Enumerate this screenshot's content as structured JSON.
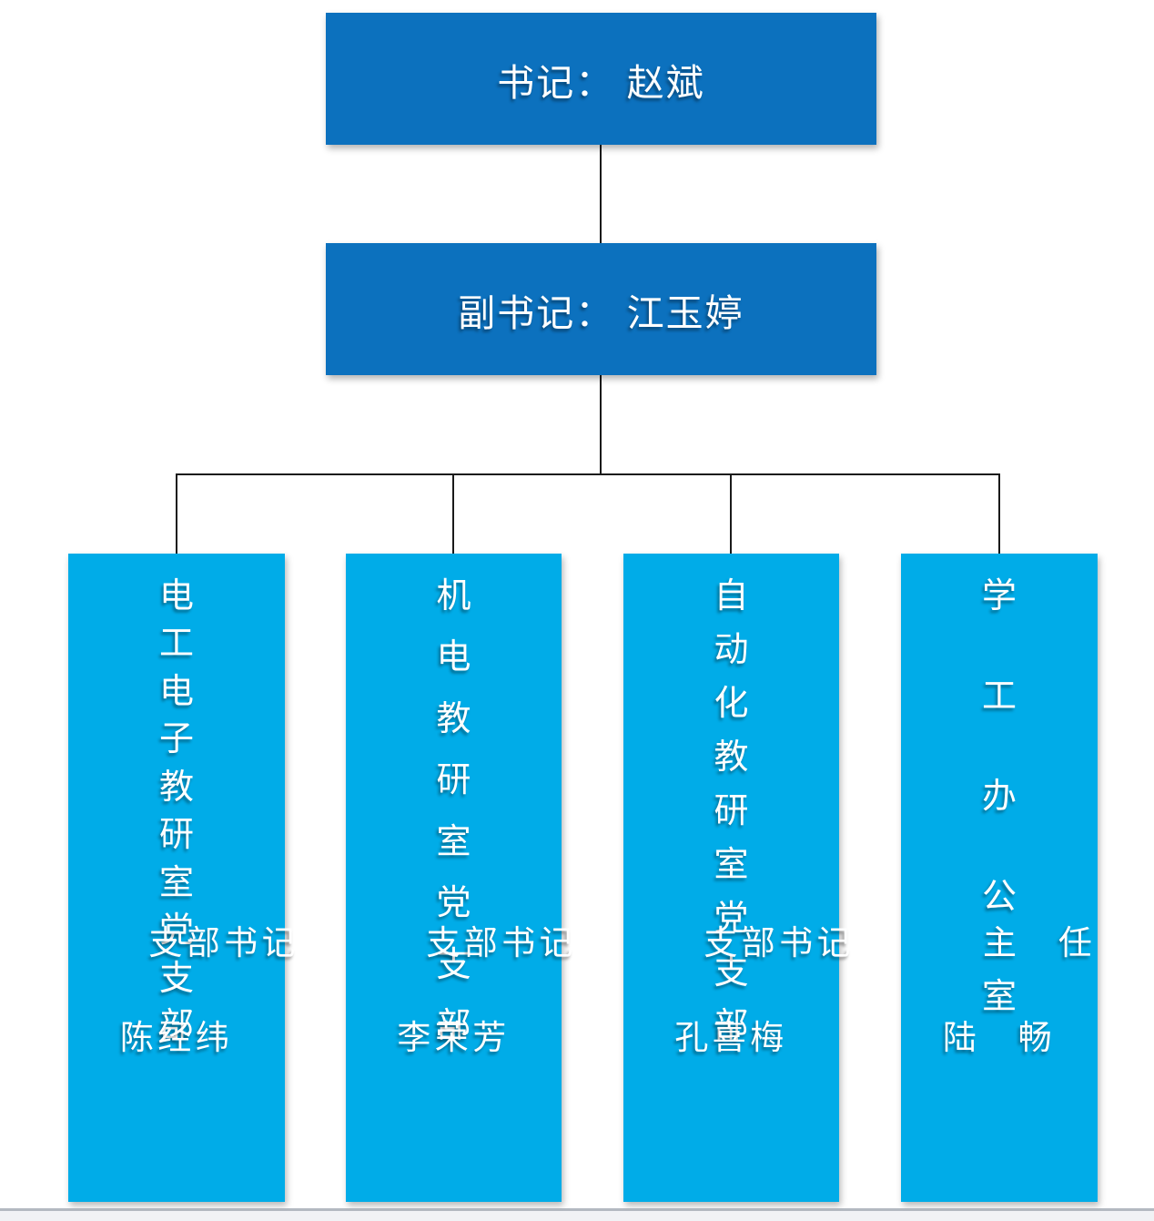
{
  "palette": {
    "head_box_fill": "#0c71be",
    "branch_box_fill": "#00ace8",
    "text_color": "#ffffff",
    "connector_color": "#1a1a1a"
  },
  "org_chart": {
    "root": {
      "label": "书记： 赵斌"
    },
    "deputy": {
      "label": "副书记： 江玉婷"
    },
    "branches": [
      {
        "title": "电工电子教研室党支部",
        "role": "支部书记",
        "name": "陈经纬"
      },
      {
        "title": "机电教研室党支部",
        "role": "支部书记",
        "name": "李荣芳"
      },
      {
        "title": "自动化教研室党支部",
        "role": "支部书记",
        "name": "孔喜梅"
      },
      {
        "title": "学工办公室",
        "role": "主　任",
        "name": "陆　畅"
      }
    ]
  }
}
